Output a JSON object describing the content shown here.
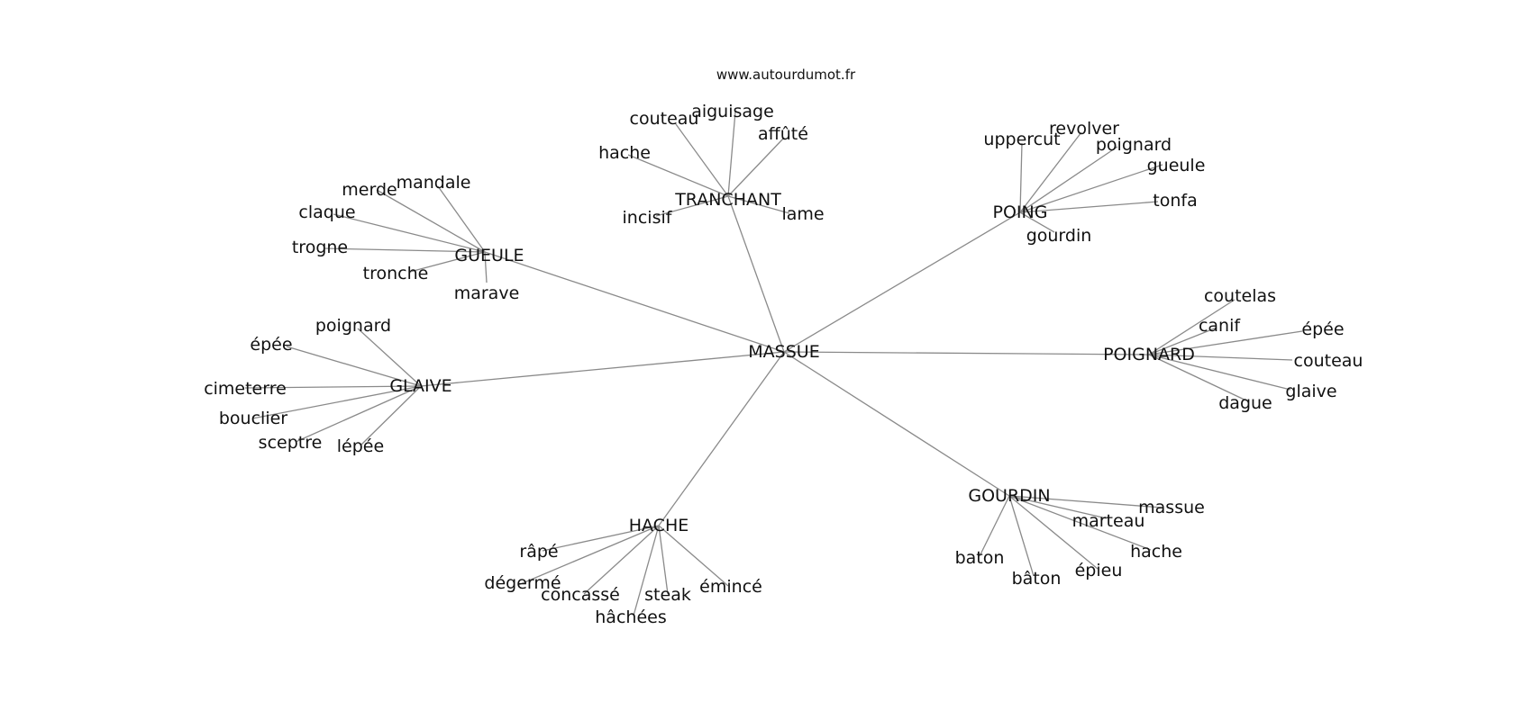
{
  "source_text": "www.autourdumot.fr",
  "center": "MASSUE",
  "clusters": [
    {
      "id": "tranchant",
      "label": "TRANCHANT",
      "leaves": [
        "couteau",
        "aiguisage",
        "affûté",
        "hache",
        "incisif",
        "lame"
      ]
    },
    {
      "id": "gueule",
      "label": "GUEULE",
      "leaves": [
        "merde",
        "mandale",
        "claque",
        "trogne",
        "tronche",
        "marave"
      ]
    },
    {
      "id": "poing",
      "label": "POING",
      "leaves": [
        "uppercut",
        "revolver",
        "poignard",
        "gueule",
        "tonfa",
        "gourdin"
      ]
    },
    {
      "id": "poignard",
      "label": "POIGNARD",
      "leaves": [
        "coutelas",
        "canif",
        "épée",
        "couteau",
        "glaive",
        "dague"
      ]
    },
    {
      "id": "glaive",
      "label": "GLAIVE",
      "leaves": [
        "poignard",
        "épée",
        "cimeterre",
        "bouclier",
        "sceptre",
        "lépée"
      ]
    },
    {
      "id": "hache",
      "label": "HACHE",
      "leaves": [
        "râpé",
        "dégermé",
        "concassé",
        "hâchées",
        "steak",
        "émincé"
      ]
    },
    {
      "id": "gourdin",
      "label": "GOURDIN",
      "leaves": [
        "massue",
        "marteau",
        "hache",
        "baton",
        "bâton",
        "épieu"
      ]
    }
  ]
}
